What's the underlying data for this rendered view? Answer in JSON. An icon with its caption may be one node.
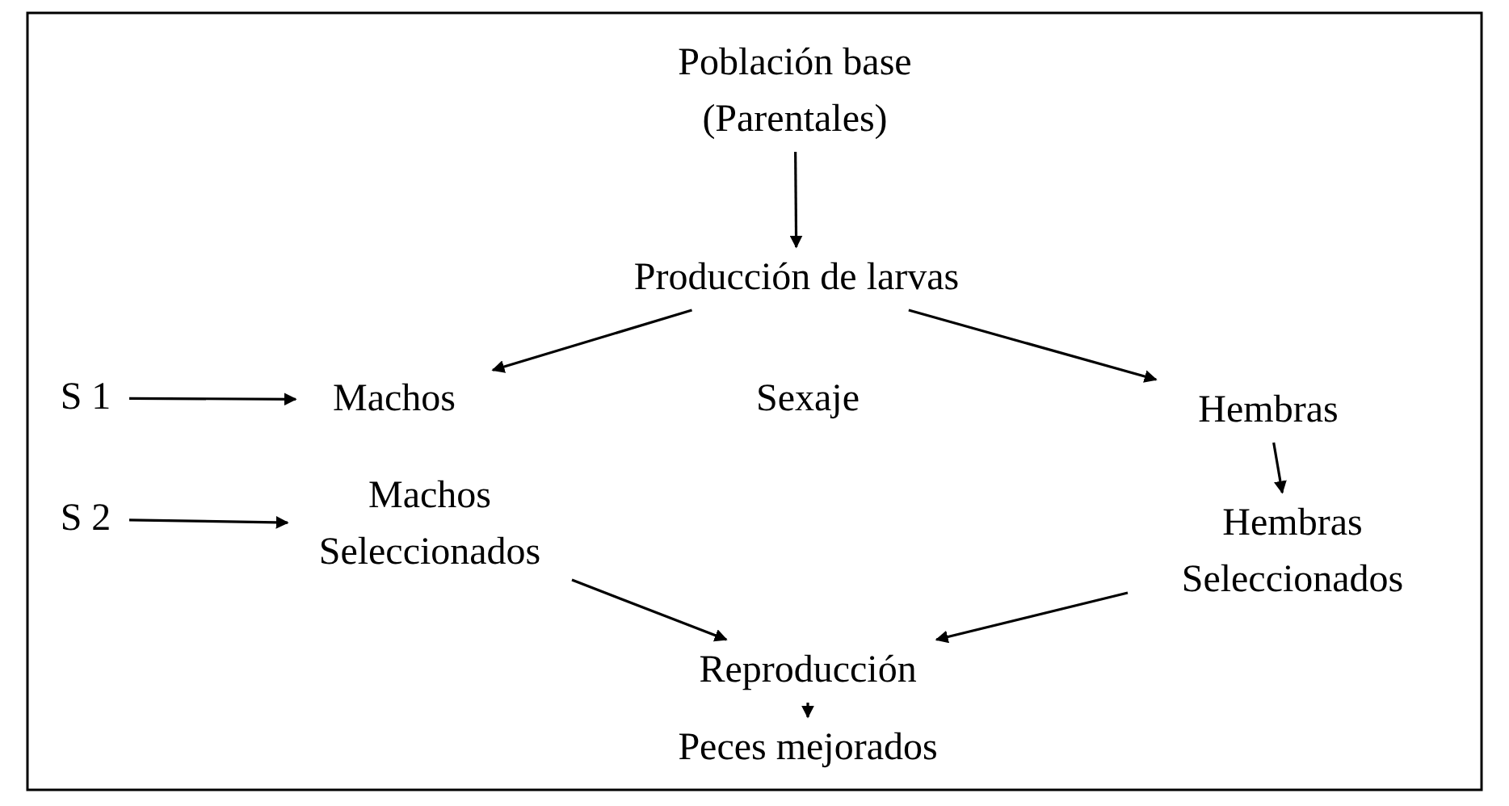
{
  "diagram": {
    "nodes": [
      {
        "text": [
          "Población base (Parentales)"
        ]
      },
      {
        "text": [
          "Producción de larvas"
        ]
      },
      {
        "text": [
          "Machos"
        ]
      },
      {
        "text": [
          "Hembras"
        ]
      },
      {
        "text": [
          "Hembras Seleccionados"
        ]
      },
      {
        "text": [
          "S 1"
        ]
      },
      {
        "text": [
          "S 2"
        ]
      },
      {
        "text": [
          "Machos Seleccionados"
        ]
      },
      {
        "text": [
          "Reproducción"
        ]
      },
      {
        "text": [
          "Peces mejorados"
        ]
      }
    ],
    "edges": [
      {
        "from": 0,
        "to": 1,
        "arrow": "to"
      },
      {
        "from": 1,
        "to": 2,
        "arrow": "to"
      },
      {
        "from": 1,
        "to": 3,
        "arrow": "to"
      },
      {
        "from": 5,
        "to": 2,
        "arrow": "to"
      },
      {
        "from": 6,
        "to": 7,
        "arrow": "to"
      },
      {
        "from": 3,
        "to": 4,
        "arrow": "to"
      },
      {
        "from": 7,
        "to": 8,
        "arrow": "to"
      },
      {
        "from": 4,
        "to": 8,
        "arrow": "to"
      },
      {
        "from": 8,
        "to": 9,
        "arrow": "to"
      }
    ],
    "labels": [
      "Sexaje"
    ]
  }
}
